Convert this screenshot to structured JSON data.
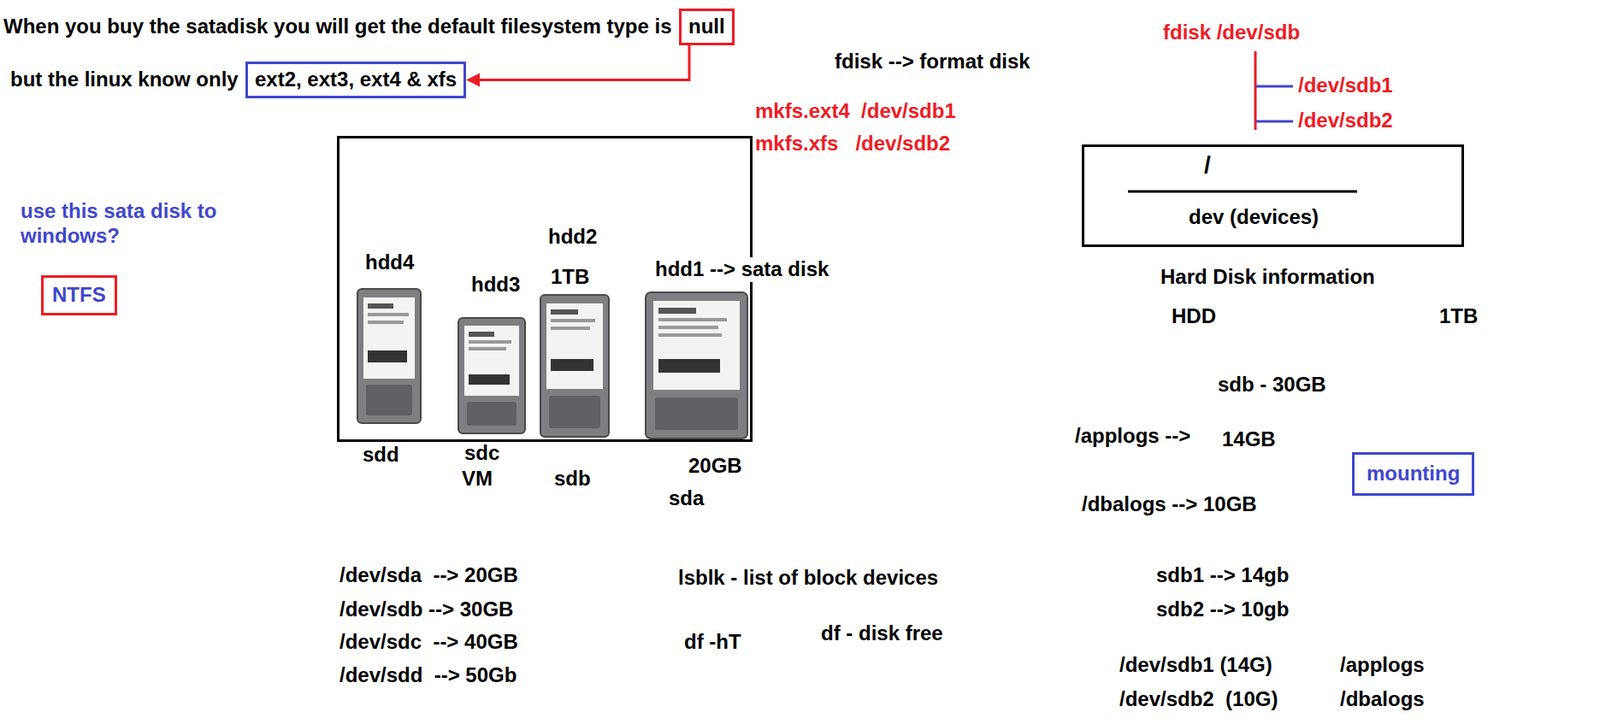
{
  "diagram": {
    "nodes": [
      {
        "text": [
          "null"
        ]
      },
      {
        "text": [
          "ext2, ext3, ext4 & xfs"
        ]
      },
      {
        "text": [
          "NTFS"
        ]
      },
      {
        "text": [
          "hdd4",
          "hdd3",
          "hdd2",
          "1TB"
        ]
      },
      {
        "text": [
          "/",
          "dev (devices)"
        ]
      },
      {
        "text": [
          "mounting"
        ]
      }
    ],
    "edges": [
      {
        "from": 0,
        "to": 1,
        "arrow": "to"
      }
    ],
    "labels": [
      "When you buy the satadisk you will get the default filesystem type is",
      "but the linux know only",
      "fdisk --> format disk",
      "mkfs.ext4  /dev/sdb1",
      "mkfs.xfs   /dev/sdb2",
      "fdisk /dev/sdb",
      "/dev/sdb1",
      "/dev/sdb2",
      "use this sata disk to windows?",
      "hdd1 --> sata disk",
      "sdd",
      "sdc",
      "VM",
      "sdb",
      "20GB",
      "sda",
      "/dev/sda  --> 20GB",
      "/dev/sdb --> 30GB",
      "/dev/sdc  --> 40GB",
      "/dev/sdd  --> 50Gb",
      "lsblk - list of block devices",
      "df -hT",
      "df - disk free",
      "Hard Disk information",
      "HDD",
      "1TB",
      "sdb - 30GB",
      "/applogs -->",
      "14GB",
      "/dbalogs --> 10GB",
      "sdb1 --> 14gb",
      "sdb2 --> 10gb",
      "/dev/sdb1 (14G)",
      "/applogs",
      "/dev/sdb2  (10G)",
      "/dbalogs"
    ]
  }
}
